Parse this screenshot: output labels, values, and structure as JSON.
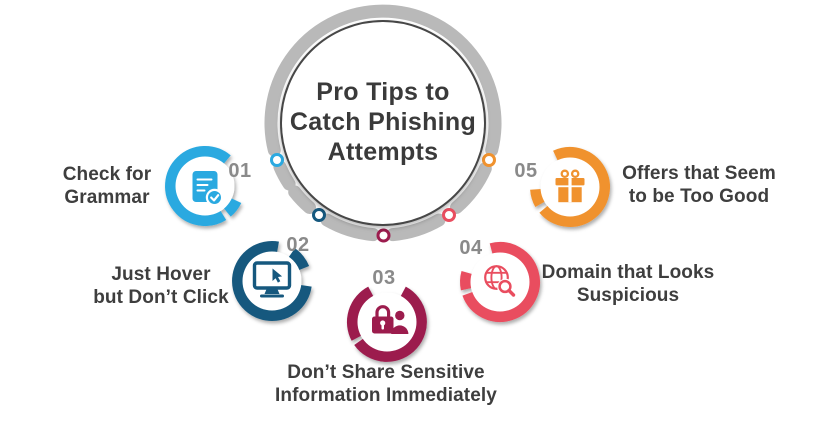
{
  "theme": {
    "background": "#ffffff",
    "ring_color": "#b9b9b9",
    "title_color": "#3a3a3a",
    "text_color": "#3e3e3e",
    "number_color": "#8a8a8a"
  },
  "hub": {
    "title_lines": [
      "Pro Tips to",
      "Catch Phishing",
      "Attempts"
    ]
  },
  "tips": [
    {
      "number": "01",
      "label_lines": [
        "Check for",
        "Grammar"
      ],
      "color": "#2BA9E0",
      "icon": "document-check-icon"
    },
    {
      "number": "02",
      "label_lines": [
        "Just Hover",
        "but Don’t Click"
      ],
      "color": "#15587E",
      "icon": "monitor-cursor-icon"
    },
    {
      "number": "03",
      "label_lines": [
        "Don’t Share Sensitive",
        "Information Immediately"
      ],
      "color": "#9C1C4E",
      "icon": "lock-user-icon"
    },
    {
      "number": "04",
      "label_lines": [
        "Domain that Looks",
        "Suspicious"
      ],
      "color": "#E94E5F",
      "icon": "globe-search-icon"
    },
    {
      "number": "05",
      "label_lines": [
        "Offers that Seem",
        "to be Too Good"
      ],
      "color": "#F0922E",
      "icon": "gift-icon"
    }
  ]
}
